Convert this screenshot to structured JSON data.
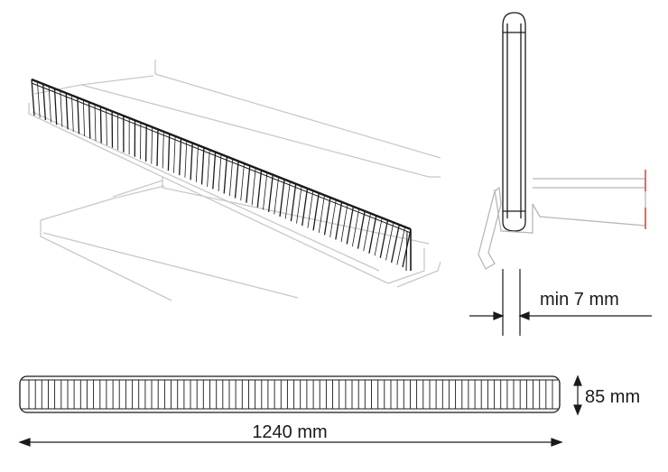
{
  "dimensions": {
    "thickness_label": "min 7 mm",
    "height_label": "85 mm",
    "length_label": "1240 mm"
  },
  "colors": {
    "line": "#1a1a1a",
    "shelf": "#c8c8c8",
    "marker": "#e8473f"
  }
}
